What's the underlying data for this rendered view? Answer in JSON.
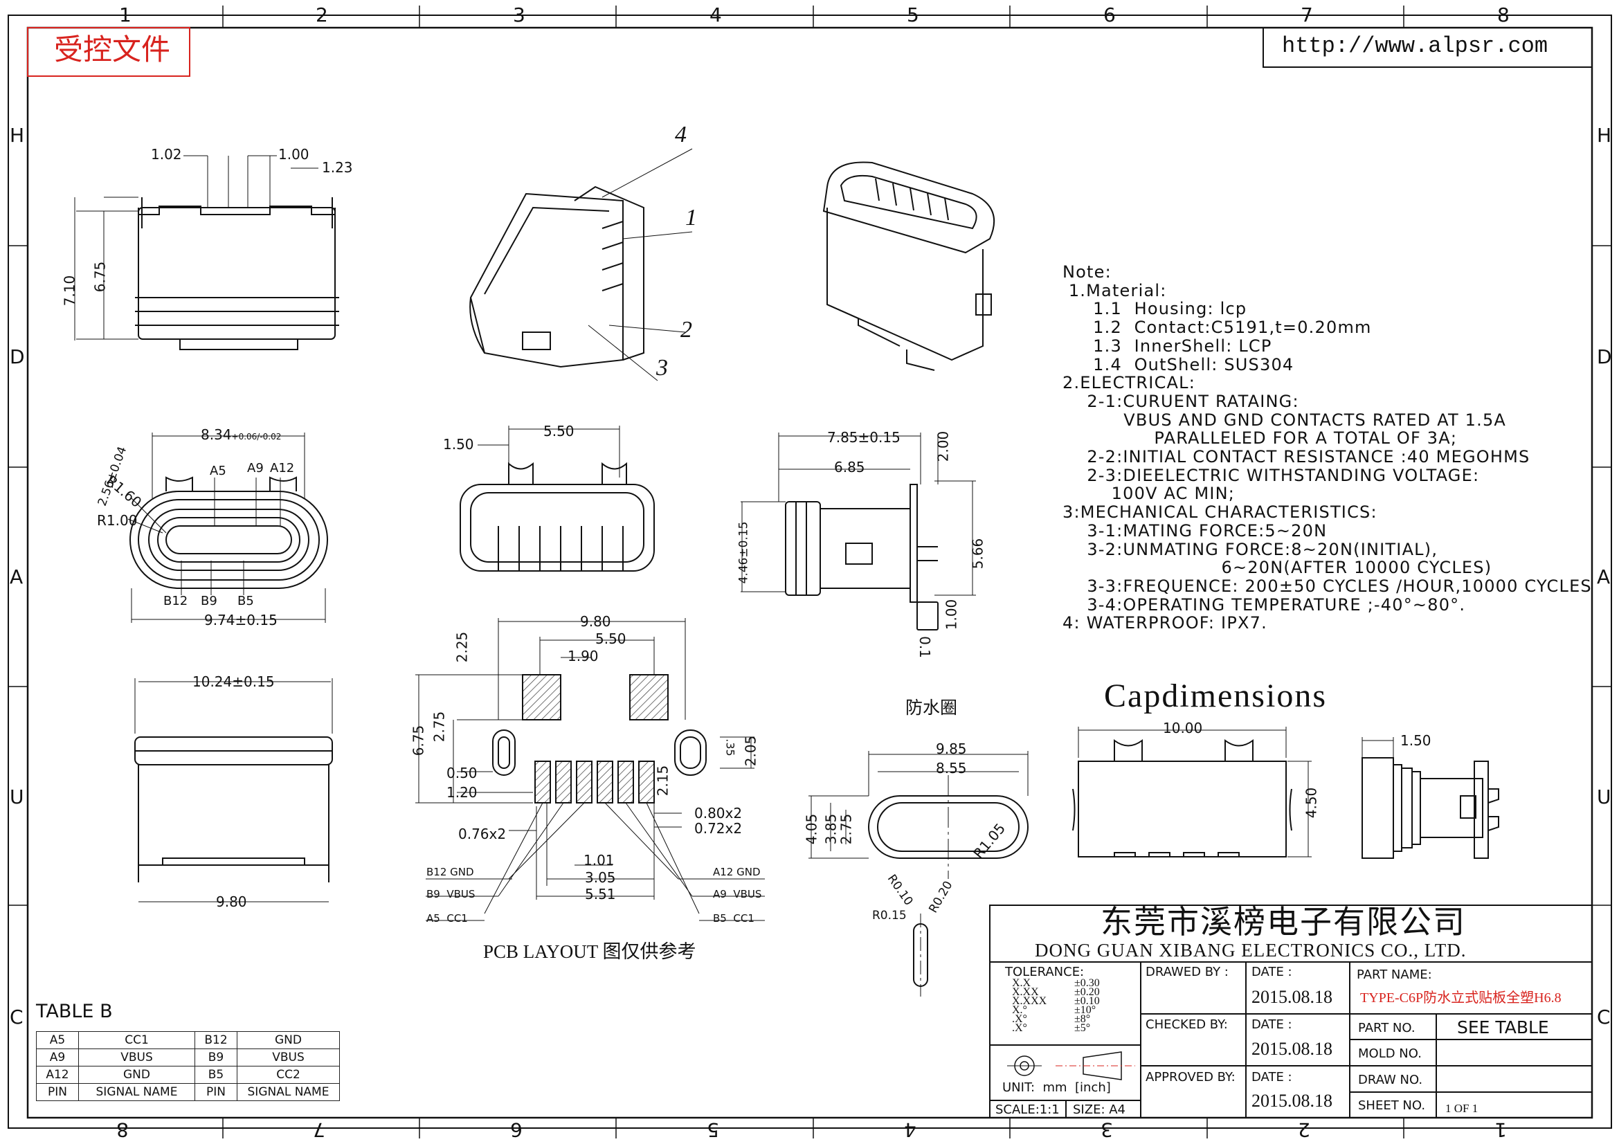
{
  "frame": {
    "top_numbers": [
      "1",
      "2",
      "3",
      "4",
      "5",
      "6",
      "7",
      "8"
    ],
    "bottom_numbers": [
      "8",
      "7",
      "6",
      "5",
      "4",
      "3",
      "2",
      "1"
    ],
    "side_letters": [
      "H",
      "D",
      "A",
      "U",
      "C"
    ]
  },
  "header": {
    "stamp": "受控文件",
    "url": "http://www.alpsr.com"
  },
  "callouts": [
    "1",
    "2",
    "3",
    "4"
  ],
  "dimensions": {
    "front": {
      "d102": "1.02",
      "d100": "1.00",
      "d123": "1.23",
      "d710": "7.10",
      "d675": "6.75"
    },
    "face": {
      "width_top": "8.34",
      "tol_top": "+0.06/-0.02",
      "d256": "2.56±0.04",
      "r160": "R1.60",
      "r100": "R1.00",
      "width_bottom": "9.74±0.15",
      "pins_top": [
        "A5",
        "A9",
        "A12"
      ],
      "pins_bottom": [
        "B12",
        "B9",
        "B5"
      ]
    },
    "bottom_view": {
      "width_top": "10.24±0.15",
      "width_bottom": "9.80"
    },
    "rear": {
      "d150": "1.50",
      "d550": "5.50"
    },
    "side": {
      "d785": "7.85±0.15",
      "d685": "6.85",
      "d200": "2.00",
      "d446": "4.46±0.15",
      "d566": "5.66",
      "d100": "1.00",
      "d01": "0.1"
    },
    "pcb": {
      "d980": "9.80",
      "d550": "5.50",
      "d190": "1.90",
      "d225": "2.25",
      "d675": "6.75",
      "d275": "2.75",
      "d050": "0.50",
      "d120": "1.20",
      "d035": ".35",
      "d205": "2.05",
      "d215": "2.15",
      "d080": "0.80x2",
      "d072": "0.72x2",
      "d076": "0.76x2",
      "d101": "1.01",
      "d305": "3.05",
      "d551": "5.51",
      "pins_left": [
        "B12 GND",
        "B9  VBUS",
        "A5  CC1"
      ],
      "pins_right": [
        "A12 GND",
        "A9  VBUS",
        "B5  CC1"
      ],
      "caption": "PCB LAYOUT 图仅供参考"
    },
    "ring": {
      "title": "防水圈",
      "d985": "9.85",
      "d855": "8.55",
      "d405": "4.05",
      "d385": "3.85",
      "d275": "2.75",
      "r105": "R1.05",
      "r010": "R0.10",
      "r020": "R0.20",
      "r015": "R0.15"
    },
    "cap": {
      "title": "Capdimensions",
      "d1000": "10.00",
      "d450": "4.50",
      "d150": "1.50"
    }
  },
  "notes": [
    "Note:",
    " 1.Material:",
    "     1.1  Housing: lcp",
    "     1.2  Contact:C5191,t=0.20mm",
    "     1.3  InnerShell: LCP",
    "     1.4  OutShell: SUS304",
    "2.ELECTRICAL:",
    "    2-1:CURUENT RATAING:",
    "          VBUS AND GND CONTACTS RATED AT 1.5A",
    "               PARALLELED FOR A TOTAL OF 3A;",
    "    2-2:INITIAL CONTACT RESISTANCE :40 MEGOHMS",
    "    2-3:DIEELECTRIC WITHSTANDING VOLTAGE:",
    "        100V AC MIN;",
    "3:MECHANICAL CHARACTERISTICS:",
    "    3-1:MATING FORCE:5~20N",
    "    3-2:UNMATING FORCE:8~20N(INITIAL),",
    "                          6~20N(AFTER 10000 CYCLES)",
    "    3-3:FREQUENCE: 200±50 CYCLES /HOUR,10000 CYCLES",
    "    3-4:OPERATING TEMPERATURE ;-40°~80°.",
    "4: WATERPROOF: IPX7."
  ],
  "table_b": {
    "title": "TABLE B",
    "rows": [
      [
        "A5",
        "CC1",
        "B12",
        "GND"
      ],
      [
        "A9",
        "VBUS",
        "B9",
        "VBUS"
      ],
      [
        "A12",
        "GND",
        "B5",
        "CC2"
      ],
      [
        "PIN",
        "SIGNAL NAME",
        "PIN",
        "SIGNAL NAME"
      ]
    ]
  },
  "title_block": {
    "company_cn": "东莞市溪榜电子有限公司",
    "company_en": "DONG GUAN XIBANG ELECTRONICS CO., LTD.",
    "tolerance_label": "TOLERANCE:",
    "tolerances": [
      {
        "k": "X.X",
        "v": "±0.30"
      },
      {
        "k": "X.XX",
        "v": "±0.20"
      },
      {
        "k": "X.XXX",
        "v": "±0.10"
      },
      {
        "k": "X.°",
        "v": "±10°"
      },
      {
        "k": ".X°",
        "v": "±8°"
      },
      {
        "k": ".X°",
        "v": "±5°"
      }
    ],
    "unit": "UNIT:  mm  [inch]",
    "scale": "SCALE:1:1",
    "size": "SIZE: A4",
    "drawn_by": "DRAWED BY :",
    "checked_by": "CHECKED BY:",
    "approved_by": "APPROVED BY:",
    "date_label": "DATE :",
    "date": "2015.08.18",
    "part_name_label": "PART NAME:",
    "part_name": "TYPE-C6P防水立式贴板全塑H6.8",
    "part_no_label": "PART NO.",
    "part_no": "SEE TABLE",
    "mold_no_label": "MOLD NO.",
    "draw_no_label": "DRAW NO.",
    "sheet_no_label": "SHEET NO.",
    "sheet": "1 OF 1"
  }
}
